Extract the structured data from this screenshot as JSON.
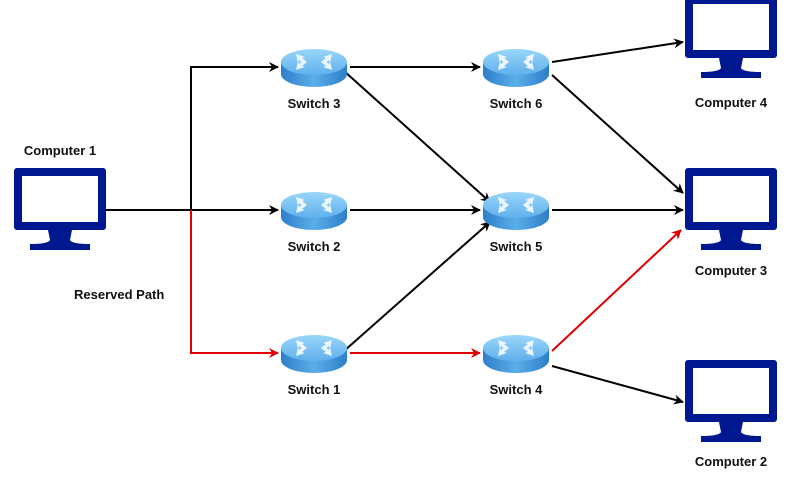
{
  "diagram": {
    "title": "Network path diagram",
    "colors": {
      "computer": "#00188F",
      "switch_top": "#7FC6F5",
      "switch_side": "#3A8FD6",
      "link": "#000000",
      "reserved": "#E00000"
    },
    "annotation": "Reserved Path",
    "nodes": [
      {
        "id": "c1",
        "type": "computer",
        "label": "Computer 1"
      },
      {
        "id": "s1",
        "type": "switch",
        "label": "Switch 1"
      },
      {
        "id": "s2",
        "type": "switch",
        "label": "Switch 2"
      },
      {
        "id": "s3",
        "type": "switch",
        "label": "Switch 3"
      },
      {
        "id": "s4",
        "type": "switch",
        "label": "Switch 4"
      },
      {
        "id": "s5",
        "type": "switch",
        "label": "Switch 5"
      },
      {
        "id": "s6",
        "type": "switch",
        "label": "Switch 6"
      },
      {
        "id": "c2",
        "type": "computer",
        "label": "Computer 2"
      },
      {
        "id": "c3",
        "type": "computer",
        "label": "Computer 3"
      },
      {
        "id": "c4",
        "type": "computer",
        "label": "Computer 4"
      }
    ],
    "edges": [
      {
        "from": "c1",
        "to": "s3",
        "reserved": false
      },
      {
        "from": "c1",
        "to": "s2",
        "reserved": false
      },
      {
        "from": "c1",
        "to": "s1",
        "reserved": true
      },
      {
        "from": "s3",
        "to": "s6",
        "reserved": false
      },
      {
        "from": "s3",
        "to": "s5",
        "reserved": false
      },
      {
        "from": "s2",
        "to": "s5",
        "reserved": false
      },
      {
        "from": "s1",
        "to": "s5",
        "reserved": false
      },
      {
        "from": "s1",
        "to": "s4",
        "reserved": true
      },
      {
        "from": "s6",
        "to": "c4",
        "reserved": false
      },
      {
        "from": "s6",
        "to": "c3",
        "reserved": false
      },
      {
        "from": "s5",
        "to": "c3",
        "reserved": false
      },
      {
        "from": "s4",
        "to": "c3",
        "reserved": true
      },
      {
        "from": "s4",
        "to": "c2",
        "reserved": false
      }
    ]
  }
}
